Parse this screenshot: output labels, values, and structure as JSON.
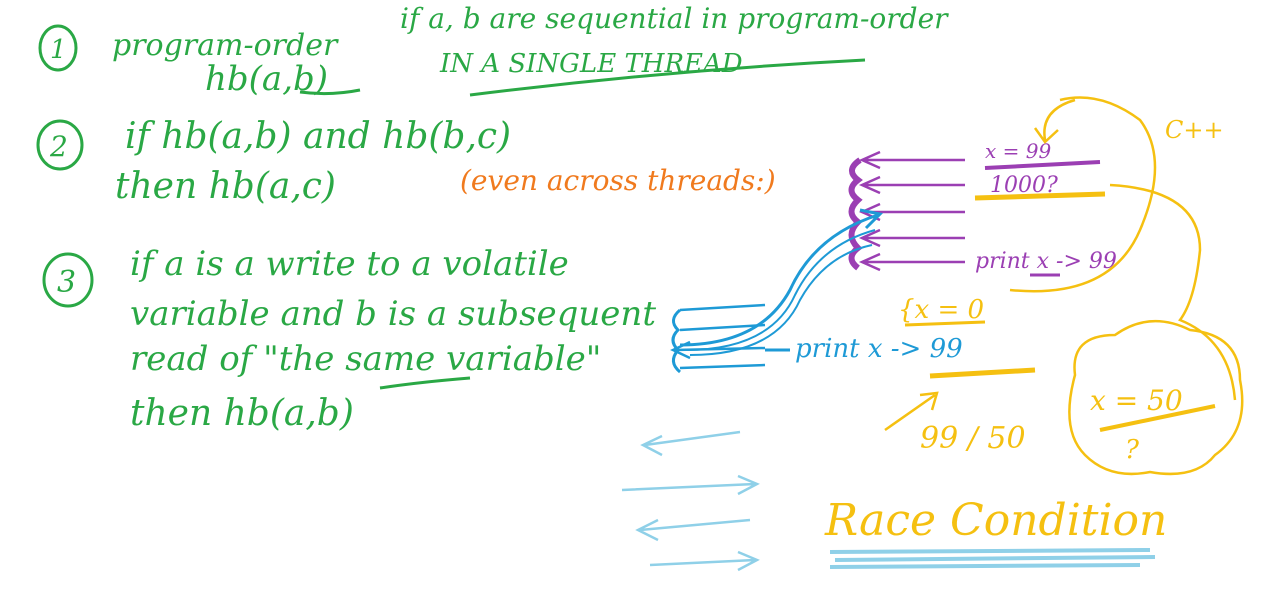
{
  "colors": {
    "green": "#2aa845",
    "orange": "#f07a1e",
    "purple": "#9b3fb3",
    "blue": "#1e9ad6",
    "light_blue": "#8fd0e8",
    "yellow": "#f5c011"
  },
  "rule1": {
    "number": "1",
    "title": "program-order",
    "condition": "if a, b are sequential in program-order",
    "relation": "hb(a,b)",
    "scope": "IN A SINGLE THREAD"
  },
  "rule2": {
    "number": "2",
    "line1": "if hb(a,b) and hb(b,c)",
    "line2": "then hb(a,c)",
    "note": "(even across threads:)"
  },
  "rule3": {
    "number": "3",
    "line1": "if a is a write to a volatile",
    "line2": "variable and b is a subsequent",
    "line3": "read of \"the same variable\"",
    "line4": "then hb(a,b)"
  },
  "diagram": {
    "thread_top_write": "x = 99",
    "thread_top_label": "1000?",
    "thread_top_print": "print x -> 99",
    "cpp_label": "C++",
    "x_zero": "{x = 0",
    "thread_bottom_print": "print x -> 99",
    "x_fifty": "x = 50",
    "question": "?",
    "values": "99 / 50",
    "race": "Race Condition"
  }
}
